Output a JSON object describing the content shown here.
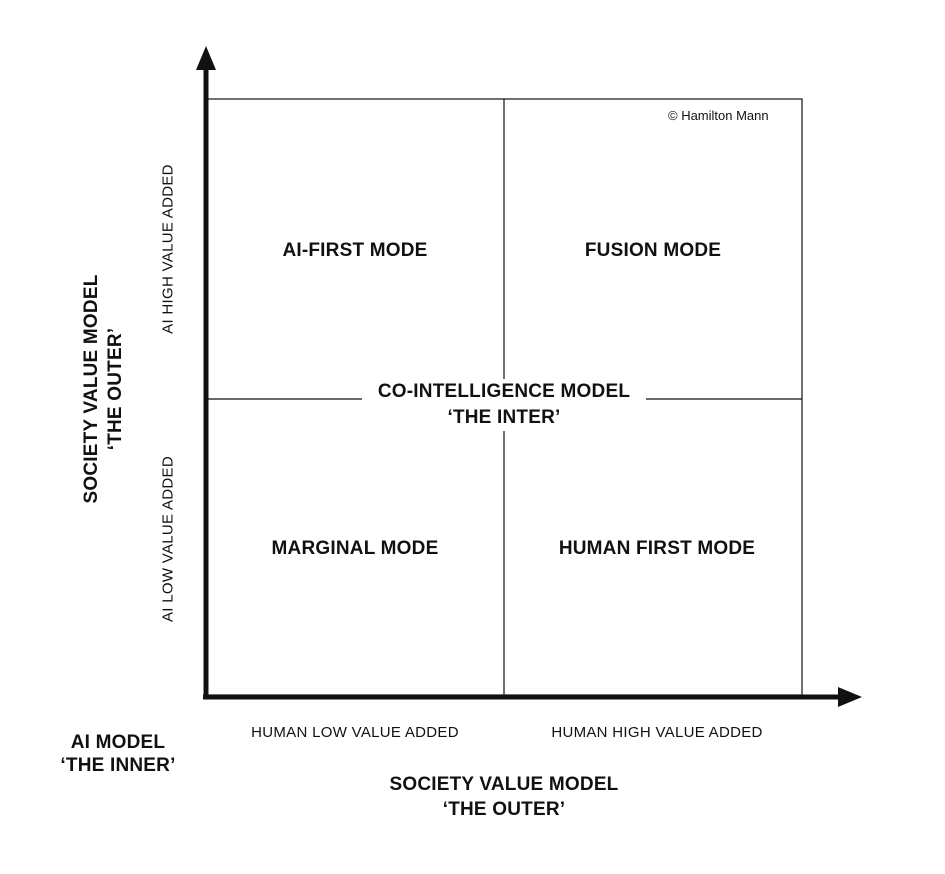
{
  "copyright": "© Hamilton Mann",
  "quadrants": {
    "top_left": "AI-FIRST MODE",
    "top_right": "FUSION MODE",
    "bottom_left": "MARGINAL MODE",
    "bottom_right": "HUMAN FIRST MODE"
  },
  "center": {
    "line1": "CO-INTELLIGENCE MODEL",
    "line2": "‘THE INTER’"
  },
  "y_axis": {
    "title_line1": "SOCIETY VALUE MODEL",
    "title_line2": "‘THE OUTER’",
    "high_label": "AI HIGH VALUE ADDED",
    "low_label": "AI LOW VALUE ADDED"
  },
  "x_axis": {
    "low_label": "HUMAN LOW VALUE ADDED",
    "high_label": "HUMAN HIGH VALUE ADDED",
    "title_line1": "SOCIETY VALUE MODEL",
    "title_line2": "‘THE OUTER’"
  },
  "corner": {
    "line1": "AI MODEL",
    "line2": "‘THE INNER’"
  },
  "colors": {
    "ink": "#111111",
    "background": "#ffffff"
  }
}
